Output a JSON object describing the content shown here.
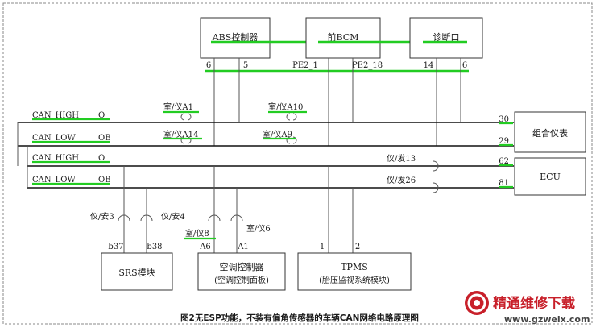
{
  "modules_top": [
    {
      "id": "abs",
      "label": "ABS控制器",
      "pins": [
        "6",
        "5"
      ]
    },
    {
      "id": "bcm",
      "label": "前BCM",
      "pins": [
        "PE2_1",
        "PE2_18"
      ]
    },
    {
      "id": "diag",
      "label": "诊断口",
      "pins": [
        "14",
        "6"
      ]
    }
  ],
  "modules_right": [
    {
      "id": "cluster",
      "label": "组合仪表",
      "pins": [
        "30",
        "29"
      ]
    },
    {
      "id": "ecu",
      "label": "ECU",
      "pins": [
        "62",
        "81"
      ]
    }
  ],
  "modules_bottom": [
    {
      "id": "srs",
      "label": "SRS模块",
      "pins": [
        "b37",
        "b38"
      ]
    },
    {
      "id": "ac",
      "label": "空调控制器",
      "sublabel": "(空调控制面板)",
      "pins": [
        "A6",
        "A1"
      ]
    },
    {
      "id": "tpms",
      "label": "TPMS",
      "sublabel": "(胎压监视系统模块)",
      "pins": [
        "1",
        "2"
      ]
    }
  ],
  "buses": [
    {
      "name": "CAN_HIGH",
      "wire": "O"
    },
    {
      "name": "CAN_LOW",
      "wire": "OB"
    },
    {
      "name": "CAN_HIGH",
      "wire": "O"
    },
    {
      "name": "CAN_LOW",
      "wire": "OB"
    }
  ],
  "connectors": [
    "室/仪A1",
    "室/仪A10",
    "室/仪A14",
    "室/仪A9",
    "仪/发13",
    "仪/发26",
    "仪/安3",
    "仪/安4",
    "室/仪8",
    "室/仪6"
  ],
  "caption": "图2无ESP功能，不装有偏角传感器的车辆CAN网络电路原理图",
  "watermark": {
    "title": "精通维修下载",
    "url": "www.gzweix.com"
  },
  "colors": {
    "wire": "#555555",
    "bus": "#111111",
    "highlight": "#22cc22",
    "watermark": "#c8202a",
    "border": "#888888"
  }
}
